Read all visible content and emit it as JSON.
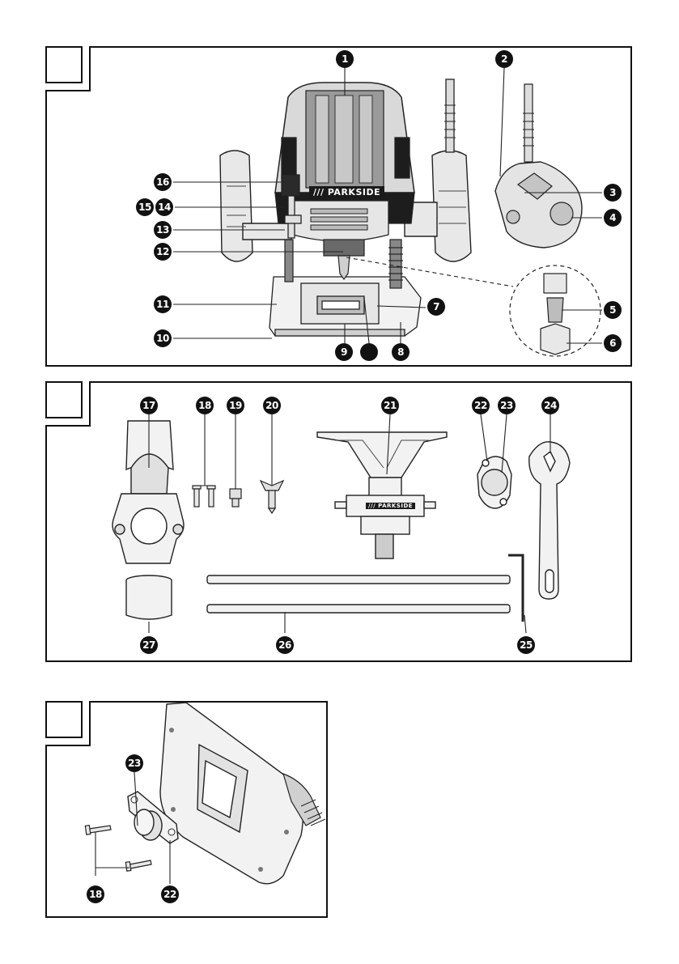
{
  "figure_a": {
    "brand_label": "/// PARKSIDE",
    "callouts": [
      "1",
      "2",
      "3",
      "4",
      "5",
      "6",
      "7",
      "8",
      "9",
      "",
      "10",
      "11",
      "12",
      "13",
      "14",
      "15",
      "16"
    ]
  },
  "figure_b": {
    "brand_label": "/// PARKSIDE",
    "callouts": [
      "17",
      "18",
      "19",
      "20",
      "21",
      "22",
      "23",
      "24",
      "25",
      "26",
      "27"
    ]
  },
  "figure_c": {
    "callouts": [
      "23",
      "18",
      "22"
    ]
  }
}
